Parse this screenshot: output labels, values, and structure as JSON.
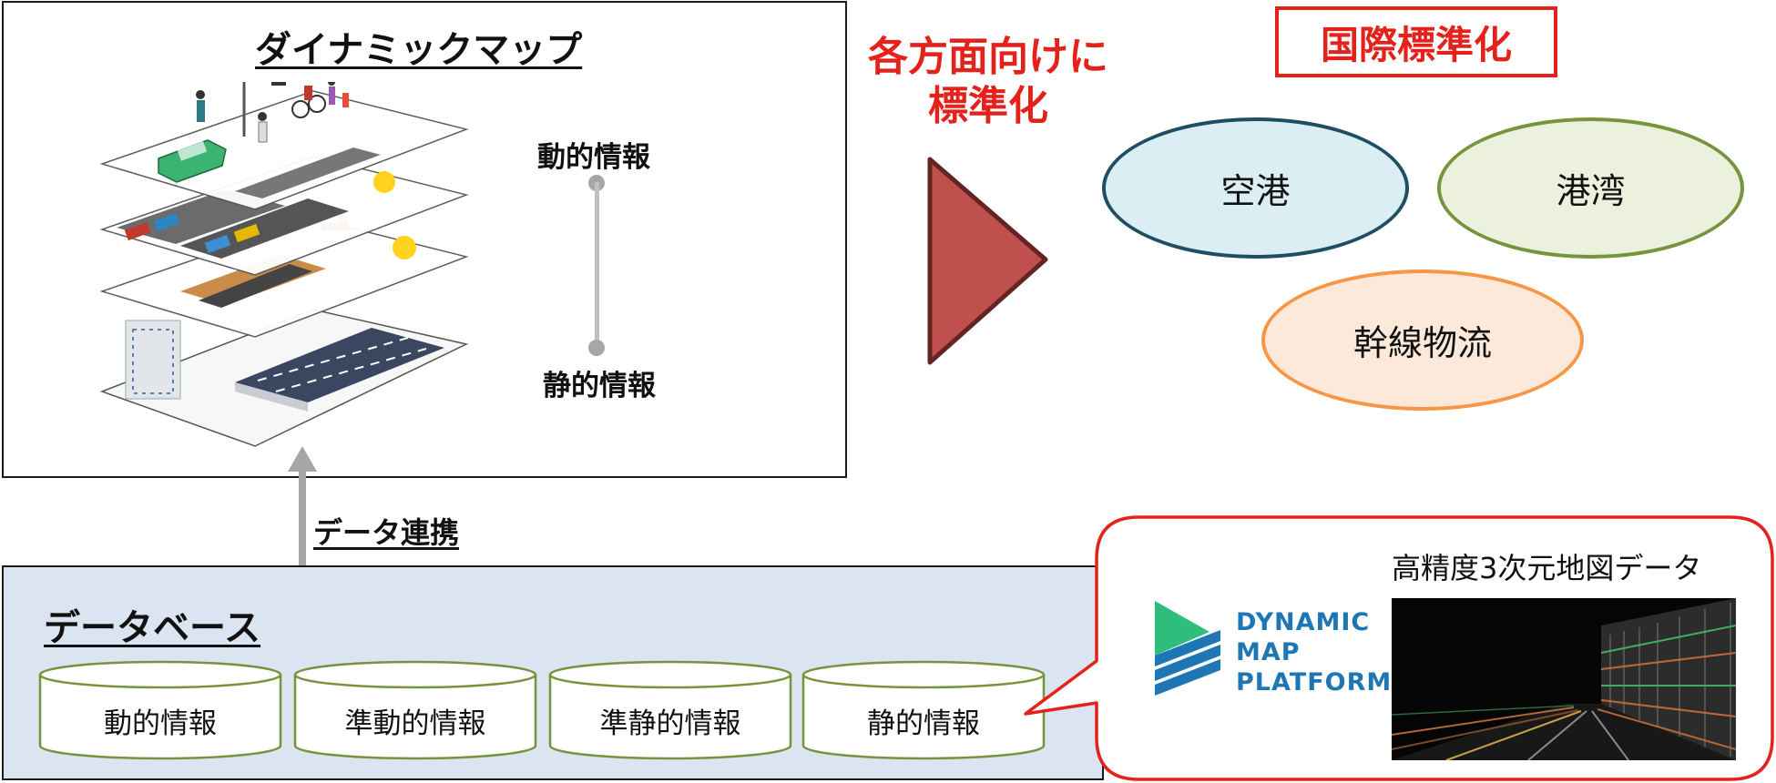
{
  "dynamic_map": {
    "title": "ダイナミックマップ",
    "dynamic_label": "動的情報",
    "static_label": "静的情報"
  },
  "standardization": {
    "line1": "各方面向けに",
    "line2": "標準化"
  },
  "international": {
    "title": "国際標準化",
    "domains": [
      "空港",
      "港湾",
      "幹線物流"
    ]
  },
  "link_label": "データ連携",
  "database": {
    "title": "データベース",
    "layers": [
      "動的情報",
      "準動的情報",
      "準静的情報",
      "静的情報"
    ]
  },
  "provider": {
    "logo_lines": [
      "DYNAMIC",
      "MAP",
      "PLATFORM"
    ],
    "hd_map_label": "高精度3次元地図データ"
  },
  "colors": {
    "accent_red": "#e4211b",
    "arrow_fill": "#c0504d",
    "arrow_stroke": "#632523",
    "airport_fill": "#dbeef4",
    "airport_border": "#1f4e63",
    "harbor_fill": "#ebf1dd",
    "harbor_border": "#77933c",
    "logistics_fill": "#fde9d9",
    "logistics_border": "#f79646",
    "database_fill": "#dbe5f1",
    "cylinder_border": "#77933c",
    "logo_blue": "#1e76b4",
    "logo_green": "#2ebd7a"
  }
}
